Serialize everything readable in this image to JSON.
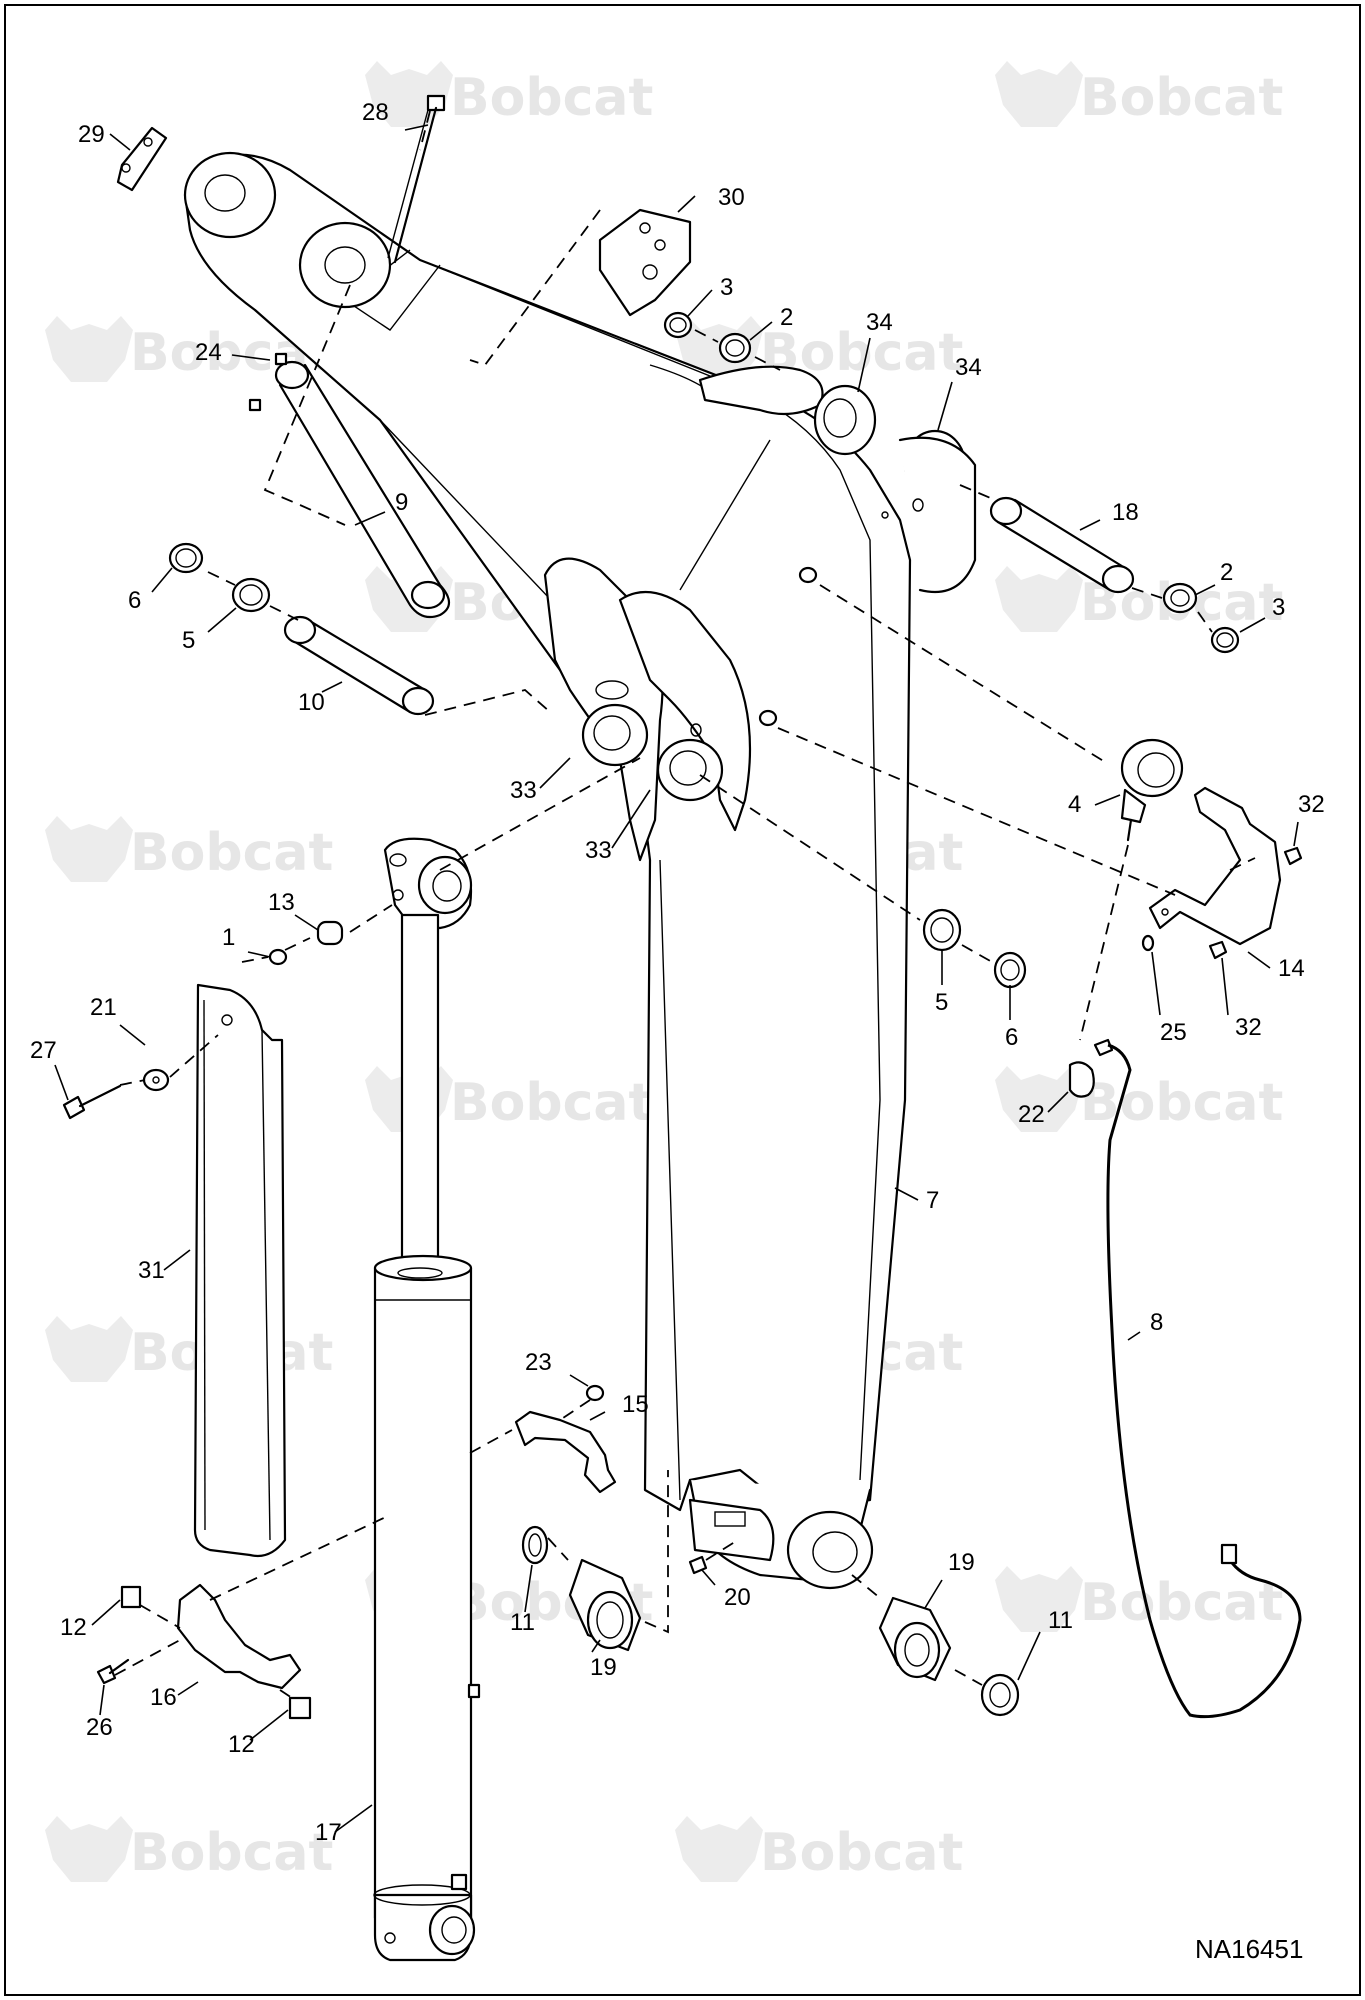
{
  "diagram": {
    "drawing_number": "NA16451",
    "watermark": {
      "brand": "Bobcat"
    },
    "colors": {
      "line": "#000000",
      "watermark": "#e6e6e6",
      "background": "#ffffff"
    },
    "callouts": [
      {
        "label": "28"
      },
      {
        "label": "29"
      },
      {
        "label": "30"
      },
      {
        "label": "3"
      },
      {
        "label": "2"
      },
      {
        "label": "34"
      },
      {
        "label": "34"
      },
      {
        "label": "24"
      },
      {
        "label": "9"
      },
      {
        "label": "18"
      },
      {
        "label": "2"
      },
      {
        "label": "3"
      },
      {
        "label": "6"
      },
      {
        "label": "5"
      },
      {
        "label": "10"
      },
      {
        "label": "33"
      },
      {
        "label": "33"
      },
      {
        "label": "4"
      },
      {
        "label": "32"
      },
      {
        "label": "14"
      },
      {
        "label": "32"
      },
      {
        "label": "25"
      },
      {
        "label": "5"
      },
      {
        "label": "6"
      },
      {
        "label": "13"
      },
      {
        "label": "1"
      },
      {
        "label": "21"
      },
      {
        "label": "27"
      },
      {
        "label": "22"
      },
      {
        "label": "7"
      },
      {
        "label": "31"
      },
      {
        "label": "8"
      },
      {
        "label": "23"
      },
      {
        "label": "15"
      },
      {
        "label": "20"
      },
      {
        "label": "19"
      },
      {
        "label": "11"
      },
      {
        "label": "11"
      },
      {
        "label": "19"
      },
      {
        "label": "12"
      },
      {
        "label": "16"
      },
      {
        "label": "26"
      },
      {
        "label": "12"
      },
      {
        "label": "17"
      }
    ]
  }
}
